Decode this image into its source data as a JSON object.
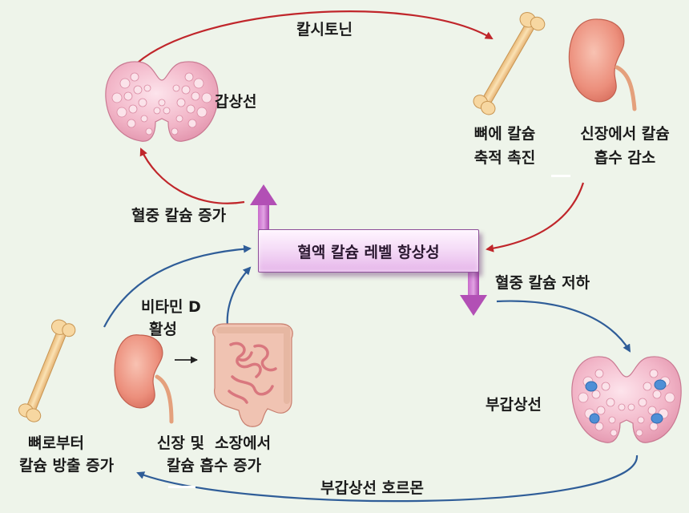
{
  "diagram": {
    "center": "혈액 칼슘 레벨 항상성",
    "arrow_labels": {
      "calcitonin": "칼시토닌",
      "blood_ca_increase": "혈중 칼슘 증가",
      "blood_ca_decrease": "혈중 칼슘 저하",
      "pth": "부갑상선 호르몬",
      "vitamin_d": [
        "비타민 D",
        "활성"
      ]
    },
    "organs": {
      "thyroid": "갑상선",
      "parathyroid": "부갑상선"
    },
    "effects": {
      "bone_deposit": [
        "뼈에 칼슘",
        "축적 촉진"
      ],
      "kidney_reabsorb_down": [
        "신장에서 칼슘",
        "흡수 감소"
      ],
      "bone_release": [
        "뼈로부터",
        "칼슘 방출 증가"
      ],
      "kidney_intestine_absorb_up": [
        "신장 및  소장에서",
        "칼슘 흡수 증가"
      ]
    },
    "colors": {
      "background": "#eef4ea",
      "red_arrow": "#c0262b",
      "blue_arrow": "#2f5d98",
      "purple_arrow": "#b24fb5",
      "gland_pink": "#f2b0c4",
      "bone": "#f6d29b",
      "kidney": "#ec8f7c",
      "intestine": "#e28d8f",
      "parathyroid_spot": "#4f8fd6"
    },
    "icons": [
      "thyroid-gland-icon",
      "bone-icon",
      "kidney-icon",
      "intestine-icon",
      "parathyroid-gland-icon"
    ]
  }
}
